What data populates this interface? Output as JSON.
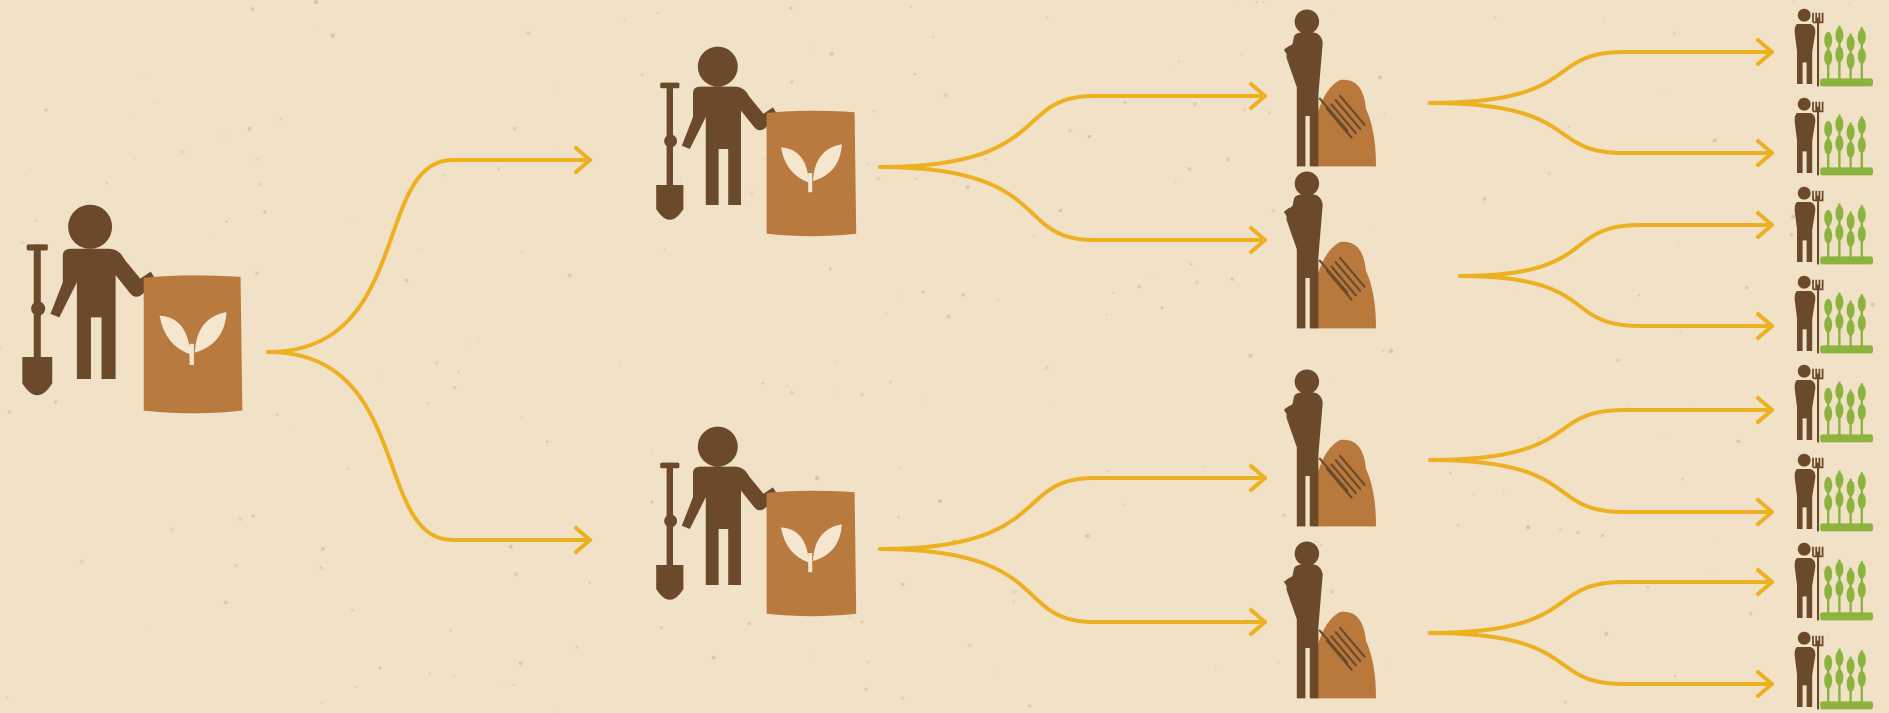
{
  "colors": {
    "background": "#f1e1c6",
    "speckle": "#c9b79a",
    "person": "#6b4a2c",
    "seed_bag": "#b97a3f",
    "leaf": "#f4e6cf",
    "hay": "#b9793c",
    "arrow": "#ecb021",
    "crop": "#8db33f"
  },
  "icons": {
    "seed_farmer": "farmer-with-shovel-and-seed-bag-icon",
    "hay_farmer": "farmer-with-pitchfork-and-hay-icon",
    "crop_farmer": "farmer-with-crops-icon",
    "arrow": "branching-arrow-icon"
  },
  "tree": {
    "levels": 4,
    "branching": 2,
    "counts": [
      1,
      2,
      4,
      8
    ]
  }
}
